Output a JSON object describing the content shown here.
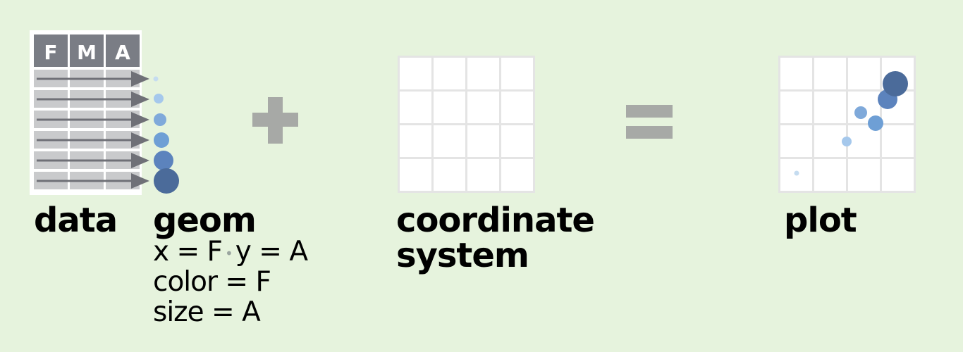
{
  "data_table": {
    "headers": [
      "F",
      "M",
      "A"
    ],
    "row_count": 6
  },
  "operators": {
    "plus": "+",
    "equals": "="
  },
  "labels": {
    "data": "data",
    "geom": "geom",
    "coord_line1": "coordinate",
    "coord_line2": "system",
    "plot": "plot"
  },
  "mappings": {
    "x": "x = F",
    "y": "y = A",
    "color": "color = F",
    "size": "size = A"
  },
  "colors": {
    "background": "#e6f3dd",
    "header": "#7a7d85",
    "row": "#c9cacc",
    "arrow": "#6f7077",
    "grid_fill": "#ffffff",
    "grid_line": "#e4e4e4",
    "operator": "#a7a9a6",
    "point_scale": [
      "#c5dcf0",
      "#a5c8ec",
      "#7fa9da",
      "#6e9fd5",
      "#5c83bd",
      "#4b6b9a"
    ]
  }
}
